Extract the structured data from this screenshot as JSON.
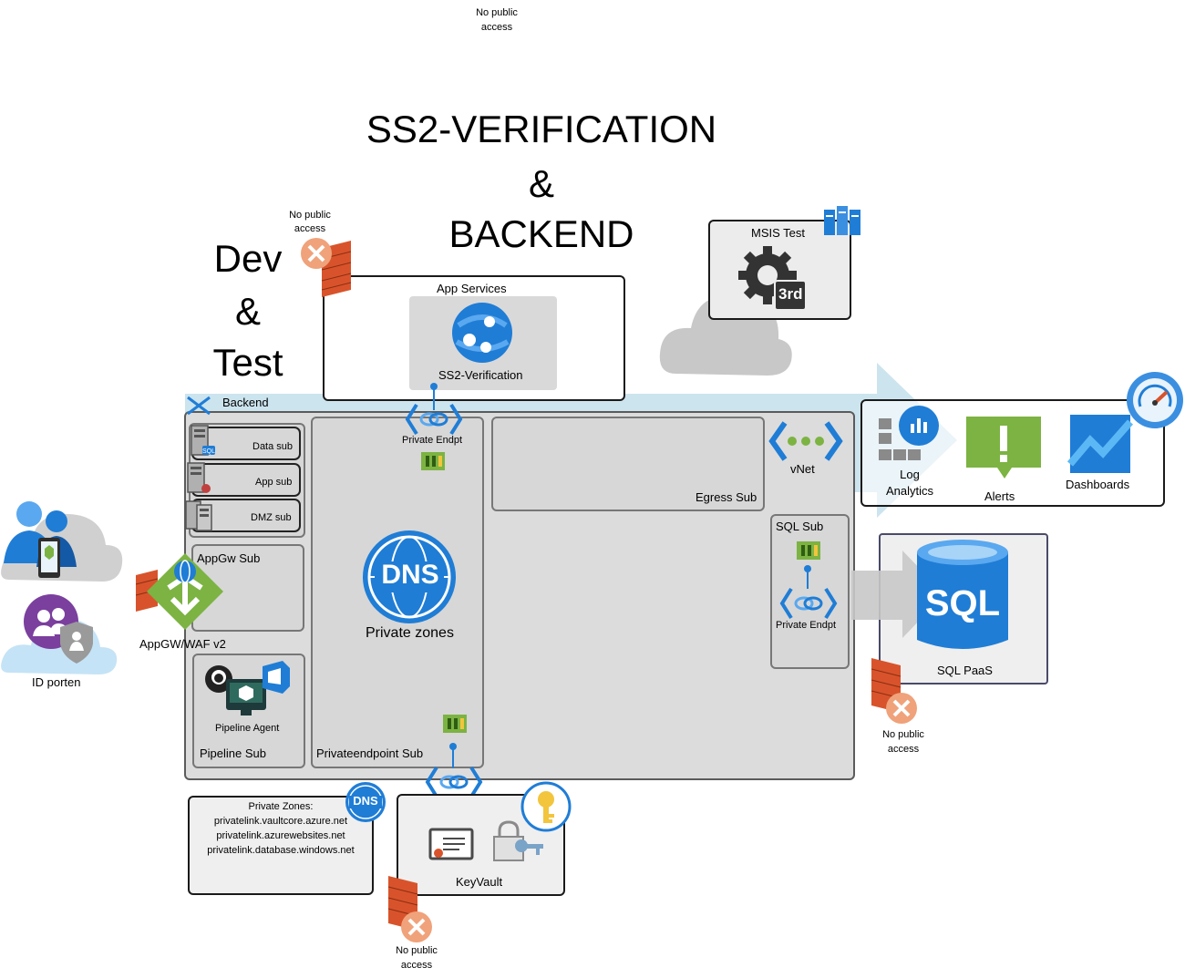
{
  "title": {
    "line1": "SS2-VERIFICATION",
    "line2": "&",
    "line3": "BACKEND"
  },
  "env": {
    "line1": "Dev",
    "line2": "&",
    "line3": "Test"
  },
  "no_public_access": "No public\naccess",
  "app_services": {
    "label": "App Services",
    "app": "SS2-Verification"
  },
  "msis": {
    "label": "MSIS Test",
    "badge": "3rd"
  },
  "backend": {
    "label": "Backend"
  },
  "subnets": {
    "data": "Data sub",
    "app": "App sub",
    "dmz": "DMZ sub",
    "appgw": "AppGw Sub",
    "pipeline": "Pipeline Sub",
    "pipeline_agent": "Pipeline Agent",
    "privateendpoint": "Privateendpoint Sub",
    "egress": "Egress Sub",
    "sql": "SQL Sub"
  },
  "private_endpoint": "Private Endpt",
  "dns": {
    "icon_text": "DNS",
    "label": "Private zones"
  },
  "vnet": "vNet",
  "monitoring": {
    "log": "Log\nAnalytics",
    "alerts": "Alerts",
    "dashboards": "Dashboards"
  },
  "sql_paas": {
    "label": "SQL PaaS",
    "icon_text": "SQL"
  },
  "appgw": "AppGW/WAF v2",
  "idporten": "ID porten",
  "private_zones_box": {
    "title": "Private Zones:",
    "zones": [
      "privatelink.vaultcore.azure.net",
      "privatelink.azurewebsites.net",
      "privatelink.database.windows.net"
    ]
  },
  "keyvault": {
    "label": "KeyVault"
  },
  "colors": {
    "azure_blue": "#1f7dd6",
    "backend_band": "#cce4ee",
    "firewall": "#d8532b",
    "deny": "#f0a27a",
    "green": "#7cb342"
  }
}
